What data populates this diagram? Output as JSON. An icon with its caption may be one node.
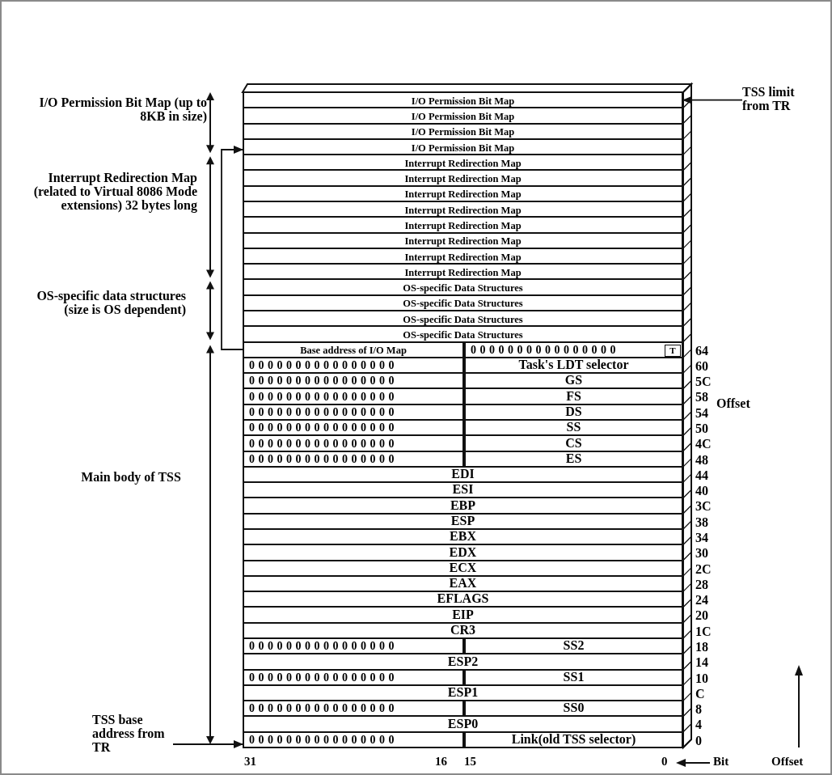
{
  "diagram": {
    "nodes": [
      {
        "text": [
          "I/O Permission Bit Map"
        ]
      },
      {
        "text": [
          "I/O Permission Bit Map"
        ]
      },
      {
        "text": [
          "I/O Permission Bit Map"
        ]
      },
      {
        "text": [
          "I/O Permission Bit Map"
        ]
      },
      {
        "text": [
          "Interrupt Redirection Map"
        ]
      },
      {
        "text": [
          "Interrupt Redirection Map"
        ]
      },
      {
        "text": [
          "Interrupt Redirection Map"
        ]
      },
      {
        "text": [
          "Interrupt Redirection Map"
        ]
      },
      {
        "text": [
          "Interrupt Redirection Map"
        ]
      },
      {
        "text": [
          "Interrupt Redirection Map"
        ]
      },
      {
        "text": [
          "Interrupt Redirection Map"
        ]
      },
      {
        "text": [
          "Interrupt Redirection Map"
        ]
      },
      {
        "text": [
          "OS-specific Data Structures"
        ]
      },
      {
        "text": [
          "OS-specific Data Structures"
        ]
      },
      {
        "text": [
          "OS-specific Data Structures"
        ]
      },
      {
        "text": [
          "OS-specific Data Structures"
        ]
      },
      {
        "text": [
          "Base address of I/O Map"
        ]
      },
      {
        "text": [
          "0 0 0 0 0 0 0 0 0 0 0 0 0 0 0 0"
        ],
        "beside": [
          "64"
        ]
      },
      {
        "text": [
          "T"
        ],
        "in": 17
      },
      {
        "text": [
          "0 0 0 0 0 0 0 0 0 0 0 0 0 0 0 0"
        ]
      },
      {
        "text": [
          "Task's LDT selector"
        ],
        "beside": [
          "60"
        ]
      },
      {
        "text": [
          "0 0 0 0 0 0 0 0 0 0 0 0 0 0 0 0"
        ]
      },
      {
        "text": [
          "GS"
        ],
        "beside": [
          "5C"
        ]
      },
      {
        "text": [
          "0 0 0 0 0 0 0 0 0 0 0 0 0 0 0 0"
        ]
      },
      {
        "text": [
          "FS"
        ],
        "beside": [
          "58"
        ]
      },
      {
        "text": [
          "0 0 0 0 0 0 0 0 0 0 0 0 0 0 0 0"
        ]
      },
      {
        "text": [
          "DS"
        ],
        "beside": [
          "54"
        ]
      },
      {
        "text": [
          "0 0 0 0 0 0 0 0 0 0 0 0 0 0 0 0"
        ]
      },
      {
        "text": [
          "SS"
        ],
        "beside": [
          "50"
        ]
      },
      {
        "text": [
          "0 0 0 0 0 0 0 0 0 0 0 0 0 0 0 0"
        ]
      },
      {
        "text": [
          "CS"
        ],
        "beside": [
          "4C"
        ]
      },
      {
        "text": [
          "0 0 0 0 0 0 0 0 0 0 0 0 0 0 0 0"
        ]
      },
      {
        "text": [
          "ES"
        ],
        "beside": [
          "48"
        ]
      },
      {
        "text": [
          "EDI"
        ],
        "beside": [
          "44"
        ]
      },
      {
        "text": [
          "ESI"
        ],
        "beside": [
          "40"
        ]
      },
      {
        "text": [
          "EBP"
        ],
        "beside": [
          "3C"
        ]
      },
      {
        "text": [
          "ESP"
        ],
        "beside": [
          "38"
        ]
      },
      {
        "text": [
          "EBX"
        ],
        "beside": [
          "34"
        ]
      },
      {
        "text": [
          "EDX"
        ],
        "beside": [
          "30"
        ]
      },
      {
        "text": [
          "ECX"
        ],
        "beside": [
          "2C"
        ]
      },
      {
        "text": [
          "EAX"
        ],
        "beside": [
          "28"
        ]
      },
      {
        "text": [
          "EFLAGS"
        ],
        "beside": [
          "24"
        ]
      },
      {
        "text": [
          "EIP"
        ],
        "beside": [
          "20"
        ]
      },
      {
        "text": [
          "CR3"
        ],
        "beside": [
          "1C"
        ]
      },
      {
        "text": [
          "0 0 0 0 0 0 0 0 0 0 0 0 0 0 0 0"
        ]
      },
      {
        "text": [
          "SS2"
        ],
        "beside": [
          "18"
        ]
      },
      {
        "text": [
          "ESP2"
        ],
        "beside": [
          "14"
        ]
      },
      {
        "text": [
          "0 0 0 0 0 0 0 0 0 0 0 0 0 0 0 0"
        ]
      },
      {
        "text": [
          "SS1"
        ],
        "beside": [
          "10"
        ]
      },
      {
        "text": [
          "ESP1"
        ],
        "beside": [
          "C"
        ]
      },
      {
        "text": [
          "0 0 0 0 0 0 0 0 0 0 0 0 0 0 0 0"
        ]
      },
      {
        "text": [
          "SS0"
        ],
        "beside": [
          "8"
        ]
      },
      {
        "text": [
          "ESP0"
        ],
        "beside": [
          "4"
        ]
      },
      {
        "text": [
          "0 0 0 0 0 0 0 0 0 0 0 0 0 0 0 0"
        ]
      },
      {
        "text": [
          "Link(old TSS selector)"
        ],
        "beside": [
          "0"
        ]
      },
      {
        "text": [
          "TSS limit from TR"
        ]
      },
      {
        "text": [
          "TSS base address from TR"
        ]
      }
    ],
    "edges": [
      {
        "from": 16,
        "to": 3,
        "arrow": "to"
      },
      {
        "from": 55,
        "to": 0,
        "arrow": "to"
      },
      {
        "from": 56,
        "to": 53,
        "arrow": "to"
      }
    ],
    "labels": [
      "I/O Permission Bit Map (up to 8KB in size)",
      "Interrupt Redirection Map (related to Virtual 8086 Mode extensions) 32 bytes long",
      "OS-specific data structures (size is OS dependent)",
      "Main body of TSS",
      "Offset",
      "31",
      "16",
      "15",
      "0",
      "Bit",
      "Offset"
    ]
  }
}
